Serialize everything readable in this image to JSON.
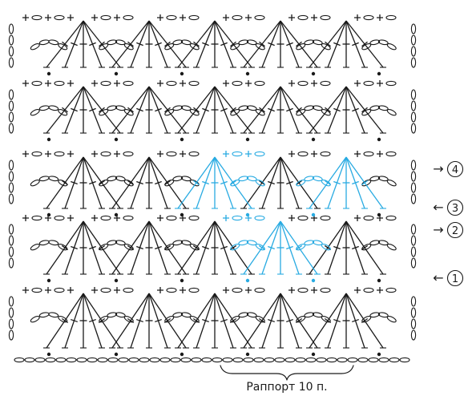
{
  "diagram": {
    "repeat_label": "Раппорт 10 п.",
    "row_markers": [
      {
        "number": "4",
        "arrow": "→"
      },
      {
        "number": "3",
        "arrow": "←"
      },
      {
        "number": "2",
        "arrow": "→"
      },
      {
        "number": "1",
        "arrow": "←"
      }
    ],
    "colors": {
      "pattern": "#1a1a1a",
      "highlight": "#29abe2",
      "background": "#ffffff"
    },
    "symbols": [
      "chain-stitch",
      "single-crochet",
      "double-crochet",
      "slip-stitch"
    ]
  }
}
